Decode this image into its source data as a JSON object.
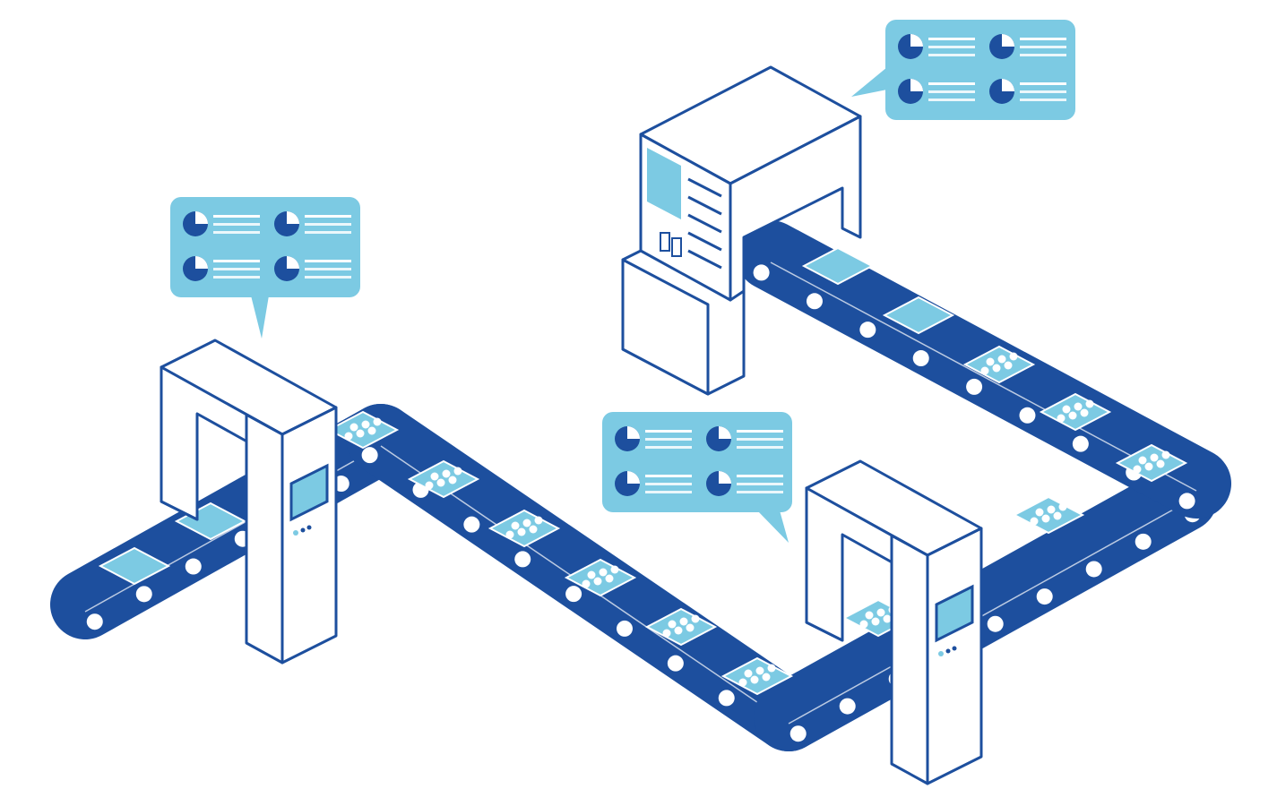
{
  "illustration": {
    "subject": "conveyor-production-line",
    "colors": {
      "belt": "#1d4f9e",
      "accent": "#7ccae3",
      "outline": "#1d4f9e",
      "machine": "#ffffff",
      "roller": "#ffffff"
    },
    "bubble_rows": 2,
    "bubble_cols": 2
  }
}
